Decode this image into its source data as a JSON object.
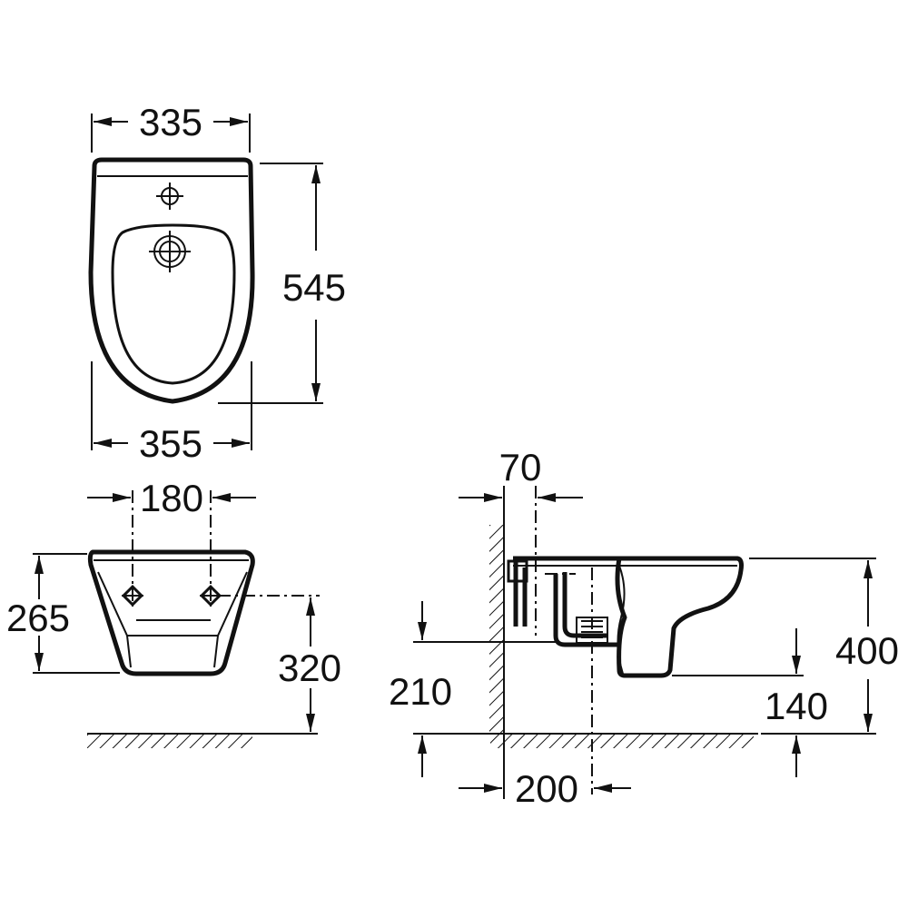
{
  "dimensions": {
    "top_width": "335",
    "length": "545",
    "bottom_width": "355",
    "fixing_spacing": "180",
    "height": "265",
    "fixing_height": "320",
    "wall_offset": "70",
    "waste_height": "210",
    "rim_height": "400",
    "base_height": "140",
    "waste_distance": "200"
  }
}
